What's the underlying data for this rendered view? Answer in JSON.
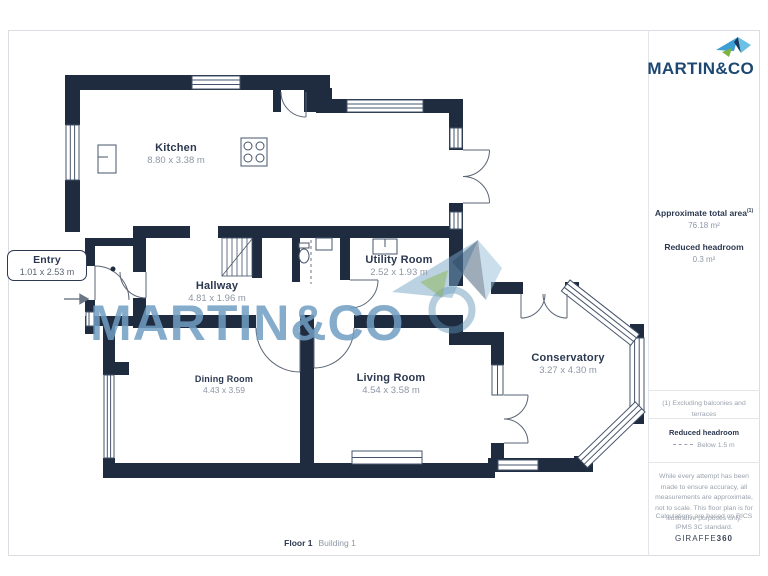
{
  "logo": {
    "text": "MARTIN&CO",
    "icon": "origami-bird-icon"
  },
  "watermark": {
    "text": "MARTIN&CO",
    "icon": "giraffe360-bird-watermark"
  },
  "rooms": [
    {
      "name": "Kitchen",
      "dims": "8.80 x 3.38 m"
    },
    {
      "name": "Entry",
      "dims": "1.01 x 2.53 m"
    },
    {
      "name": "Hallway",
      "dims": "4.81 x 1.96 m"
    },
    {
      "name": "Utility Room",
      "dims": "2.52 x 1.93 m"
    },
    {
      "name": "Dining Room",
      "dims": "4.43 x 3.59"
    },
    {
      "name": "Living Room",
      "dims": "4.54 x 3.58 m"
    },
    {
      "name": "Conservatory",
      "dims": "3.27 x 4.30 m"
    }
  ],
  "sidebar": {
    "area_label": "Approximate total area",
    "area_sup": "(1)",
    "area_value": "76.18 m²",
    "headroom_label": "Reduced headroom",
    "headroom_value": "0.3 m²",
    "footnote": "(1) Excluding balconies and terraces",
    "legend_label": "Reduced headroom",
    "legend_value": "Below 1.5 m",
    "disclaimer": "While every attempt has been made to ensure accuracy, all measurements are approximate, not to scale. This floor plan is for illustrative purposes only.",
    "calculation_note": "Calculations are based on RICS IPMS 3C standard.",
    "brand": "GIRAFFE",
    "brand_bold": "360"
  },
  "footer": {
    "floor": "Floor 1",
    "building": "Building 1"
  },
  "colors": {
    "wall": "#1f2c40",
    "label_dark": "#2b3850",
    "label_gray": "#8e96a4",
    "watermark_blue": "#719dc3",
    "logo_navy": "#1d4872",
    "accent_blue": "#3d9fd4",
    "accent_green": "#7cb342"
  }
}
